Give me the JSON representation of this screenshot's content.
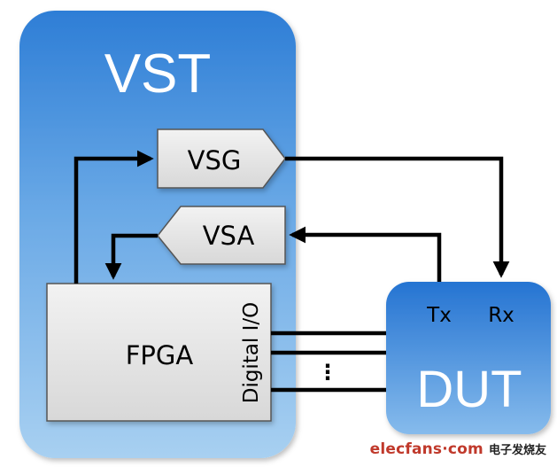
{
  "diagram": {
    "vst": {
      "title": "VST"
    },
    "vsg": {
      "label": "VSG"
    },
    "vsa": {
      "label": "VSA"
    },
    "fpga": {
      "label": "FPGA",
      "io_label": "Digital I/O"
    },
    "dut": {
      "title": "DUT",
      "tx_label": "Tx",
      "rx_label": "Rx"
    },
    "ellipsis": "⋮"
  },
  "watermark": {
    "logo": "elecfans·com",
    "site_name_cn": "电子发烧友"
  },
  "colors": {
    "vst_top": "#2f7fd6",
    "vst_bottom": "#9cc8ee",
    "dut_top": "#1f6fd0",
    "dut_bottom": "#7fb4ea",
    "box_fill": "#e3e3e3",
    "arrow": "#000000"
  }
}
